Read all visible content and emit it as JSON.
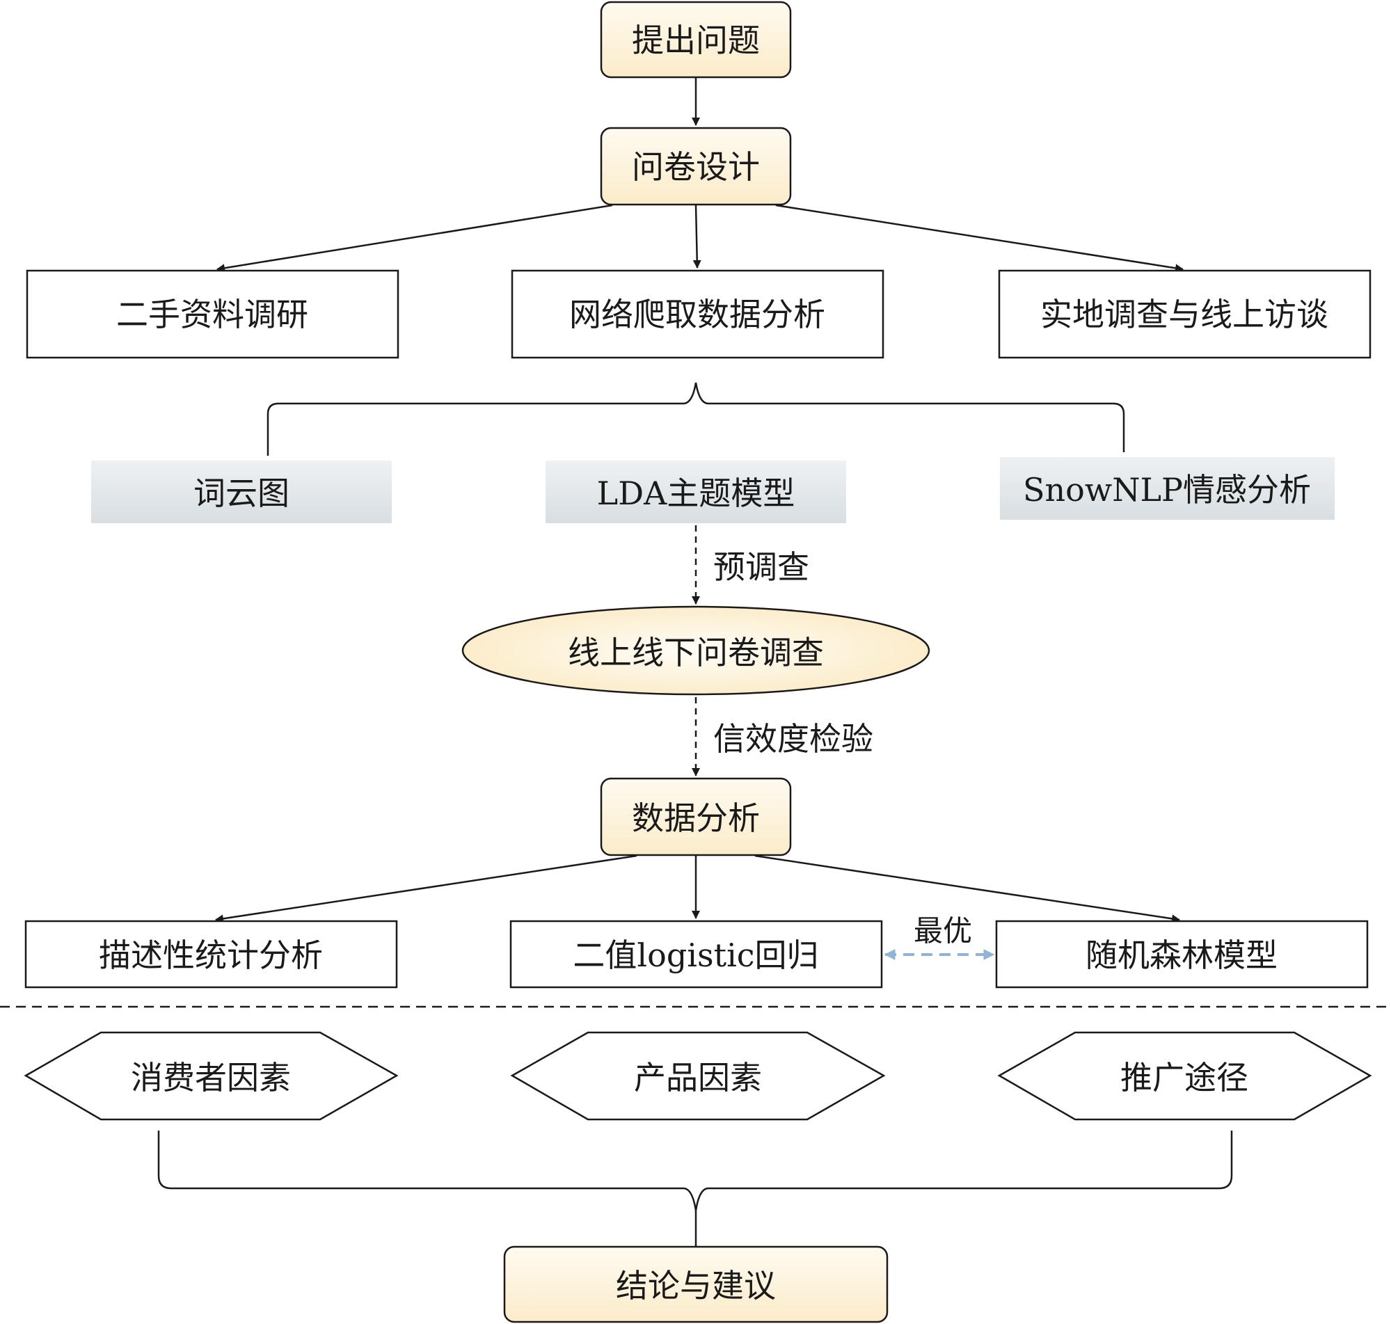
{
  "nodes": {
    "propose": "提出问题",
    "questionnaire_design": "问卷设计",
    "secondary_research": "二手资料调研",
    "web_crawl": "网络爬取数据分析",
    "field_survey": "实地调查与线上访谈",
    "word_cloud": "词云图",
    "lda_model": "LDA主题模型",
    "snownlp": "SnowNLP情感分析",
    "survey": "线上线下问卷调查",
    "data_analysis": "数据分析",
    "descriptive_stats": "描述性统计分析",
    "binary_logistic": "二值logistic回归",
    "random_forest": "随机森林模型",
    "consumer_factors": "消费者因素",
    "product_factors": "产品因素",
    "promotion_channels": "推广途径",
    "conclusion": "结论与建议"
  },
  "edge_labels": {
    "pre_survey": "预调查",
    "reliability_validity": "信效度检验",
    "optimal": "最优"
  },
  "colors": {
    "gold_fill": "#fdf3df",
    "gold_fill_light": "#fffaf0",
    "gray_fill": "#dfe4e7",
    "gray_fill_light": "#eef1f3",
    "line": "#1a1a1a",
    "dashed_blue": "#8fb3d9"
  }
}
